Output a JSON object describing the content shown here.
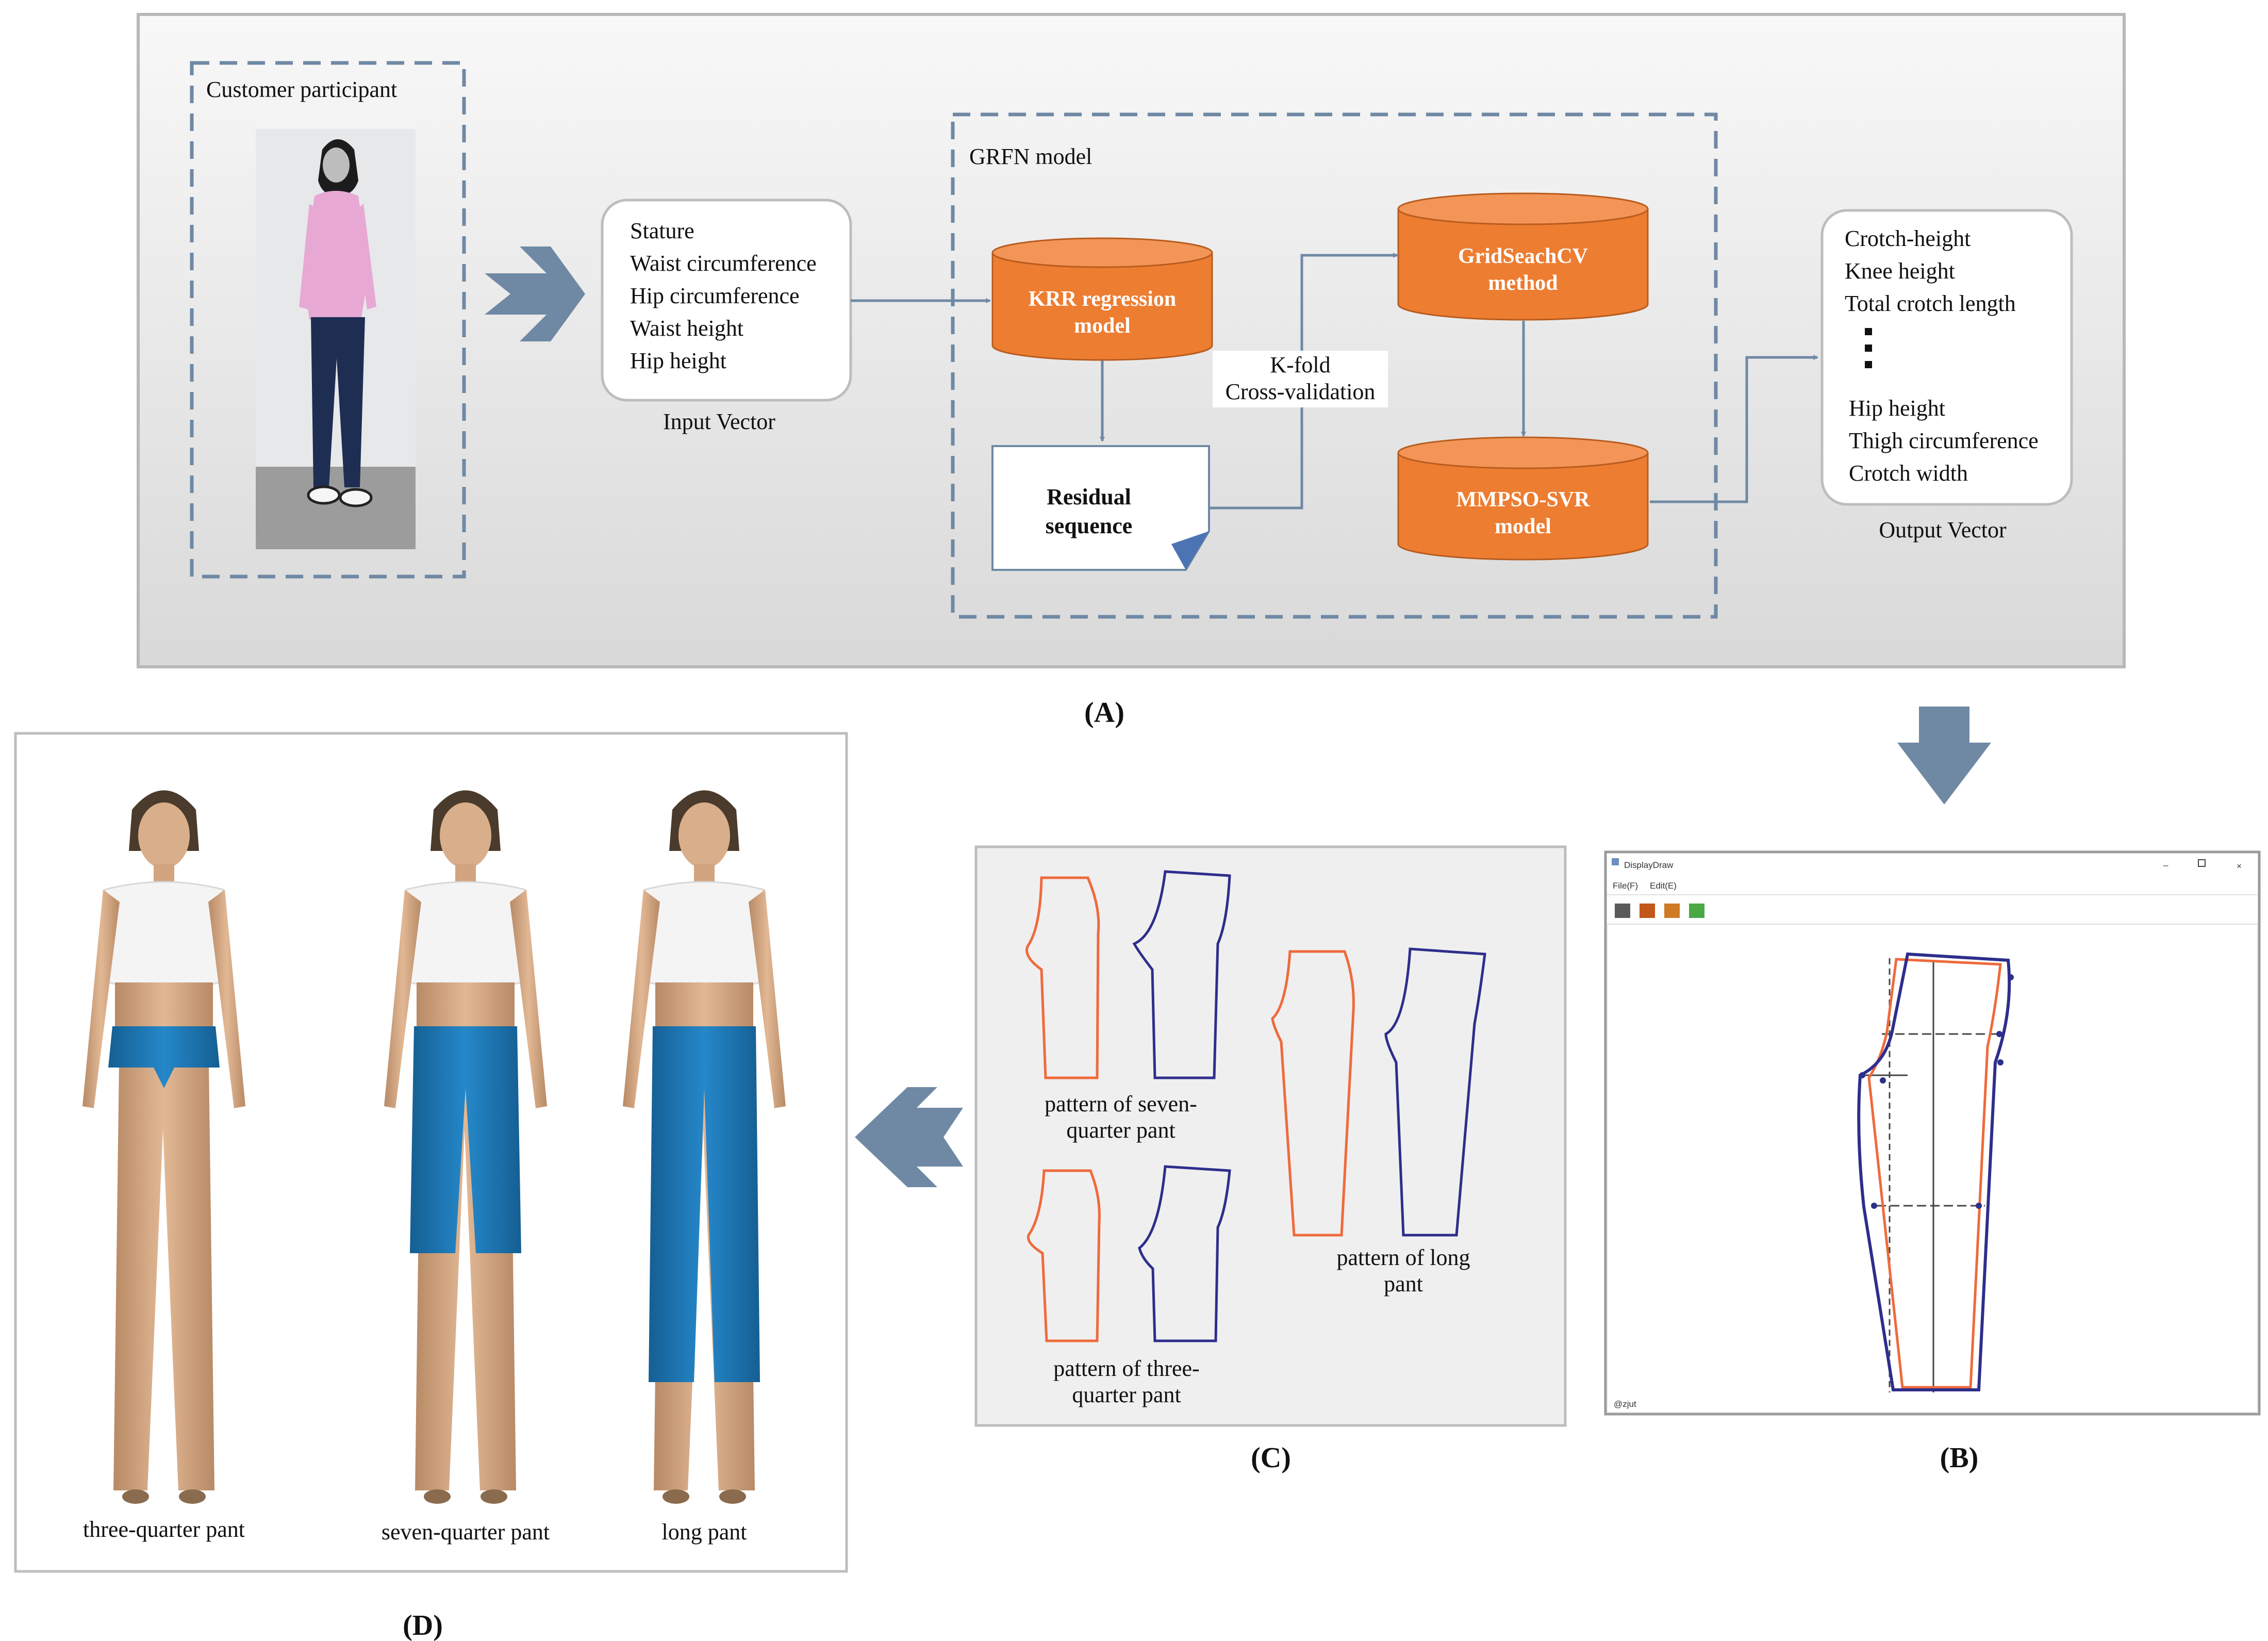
{
  "panel_a": {
    "label": "(A)",
    "customer_title": "Customer participant",
    "input_items": [
      "Stature",
      "Waist circumference",
      "Hip circumference",
      "Waist height",
      "Hip height"
    ],
    "input_caption": "Input Vector",
    "grfn_title": "GRFN model",
    "krr": [
      "KRR regression",
      "model"
    ],
    "residual": [
      "Residual",
      "sequence"
    ],
    "kfold": [
      "K-fold",
      "Cross-validation"
    ],
    "grid": [
      "GridSeachCV",
      "method"
    ],
    "mmpso": [
      "MMPSO-SVR",
      "model"
    ],
    "output_items_top": [
      "Crotch-height",
      "Knee height",
      "Total crotch length"
    ],
    "output_items_bottom": [
      "Hip height",
      "Thigh circumference",
      "Crotch width"
    ],
    "output_caption": "Output Vector"
  },
  "panel_b": {
    "label": "(B)",
    "window_title": "DisplayDraw",
    "menu": [
      "File(F)",
      "Edit(E)"
    ],
    "footer": "@zjut"
  },
  "panel_c": {
    "label": "(C)",
    "pattern_seven": [
      "pattern of seven-",
      "quarter pant"
    ],
    "pattern_three": [
      "pattern of three-",
      "quarter pant"
    ],
    "pattern_long": [
      "pattern of long",
      "pant"
    ]
  },
  "panel_d": {
    "label": "(D)",
    "captions": [
      "three-quarter pant",
      "seven-quarter pant",
      "long pant"
    ]
  },
  "colors": {
    "orange": "#ED7D31",
    "arrow": "#6F89A4",
    "pattern_orange": "#EF6A3C",
    "pattern_blue": "#2E2E8C",
    "pants": "#1F77B4"
  }
}
